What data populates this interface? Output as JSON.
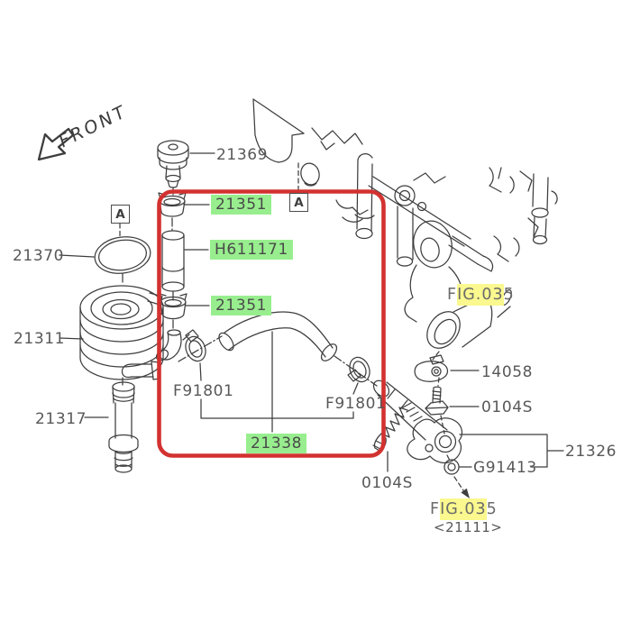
{
  "diagram": {
    "front_label": "FRONT",
    "section_marker": "A",
    "colors": {
      "highlight_green": "#98ee8e",
      "highlight_yellow": "#faf88e",
      "selection_red": "#d23230",
      "line": "#3e3e3e",
      "label_text": "#585858"
    },
    "labels": {
      "p21369": "21369",
      "p21351_top": "21351",
      "h611171": "H611171",
      "p21351_mid": "21351",
      "p21370": "21370",
      "p21311": "21311",
      "p21317": "21317",
      "f91801_left": "F91801",
      "f91801_right": "F91801",
      "p21338": "21338",
      "o104s_bottom": "0104S",
      "p14058": "14058",
      "o104s_right": "0104S",
      "p21326": "21326",
      "g91413": "G91413",
      "sub_ref": "<21111>"
    },
    "fig035": {
      "pre": "F",
      "hi": "IG.03",
      "post": "5"
    }
  }
}
